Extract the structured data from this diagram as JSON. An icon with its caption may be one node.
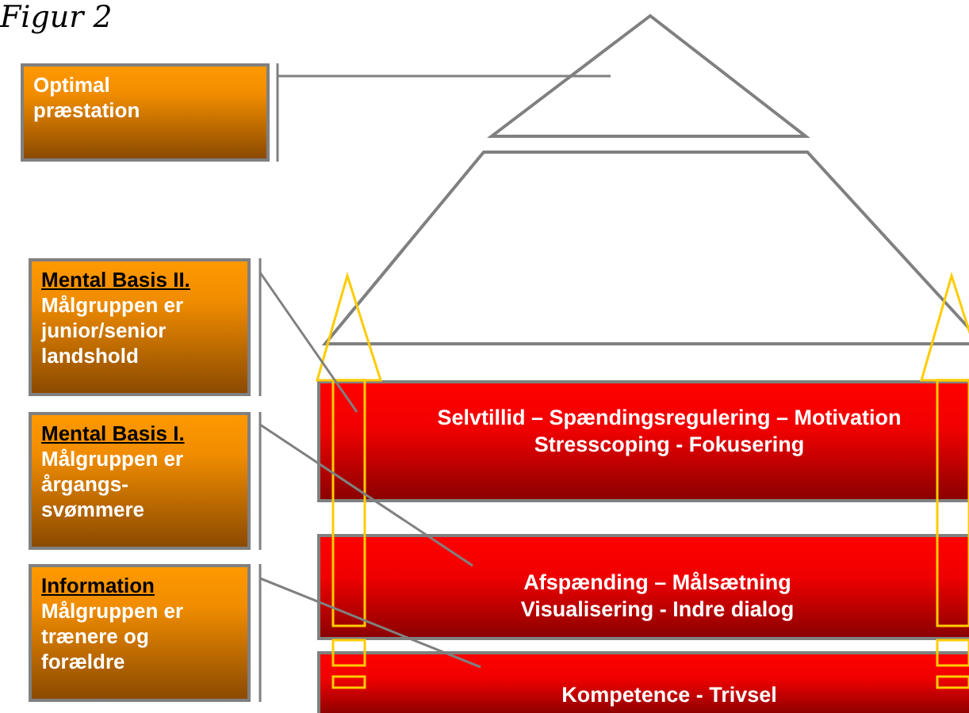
{
  "diagram": {
    "title": "Figur 2",
    "nodes": [
      {
        "text": [
          "Optimal præstation"
        ]
      },
      {
        "text": [
          "Mental Basis II.",
          "Målgruppen er junior/senior landshold"
        ]
      },
      {
        "text": [
          "Mental Basis I.",
          "Målgruppen er årgangs-svømmere"
        ]
      },
      {
        "text": [
          "Information",
          "Målgruppen er trænere og forældre"
        ]
      },
      {
        "text": [],
        "shape": "triangle"
      },
      {
        "text": [],
        "shape": "trapezoid"
      },
      {
        "text": [
          "Selvtillid – Spændingsregulering – Motivation Stresscoping -  Fokusering"
        ]
      },
      {
        "text": [
          "Afspænding – Målsætning Visualisering - Indre dialog"
        ]
      },
      {
        "text": [
          "Kompetence  - Trivsel"
        ]
      }
    ],
    "edges": [
      {
        "from": 0,
        "to": 4,
        "arrow": "none"
      },
      {
        "from": 1,
        "to": 6,
        "arrow": "none"
      },
      {
        "from": 2,
        "to": 7,
        "arrow": "none"
      },
      {
        "from": 3,
        "to": 8,
        "arrow": "none"
      }
    ]
  }
}
